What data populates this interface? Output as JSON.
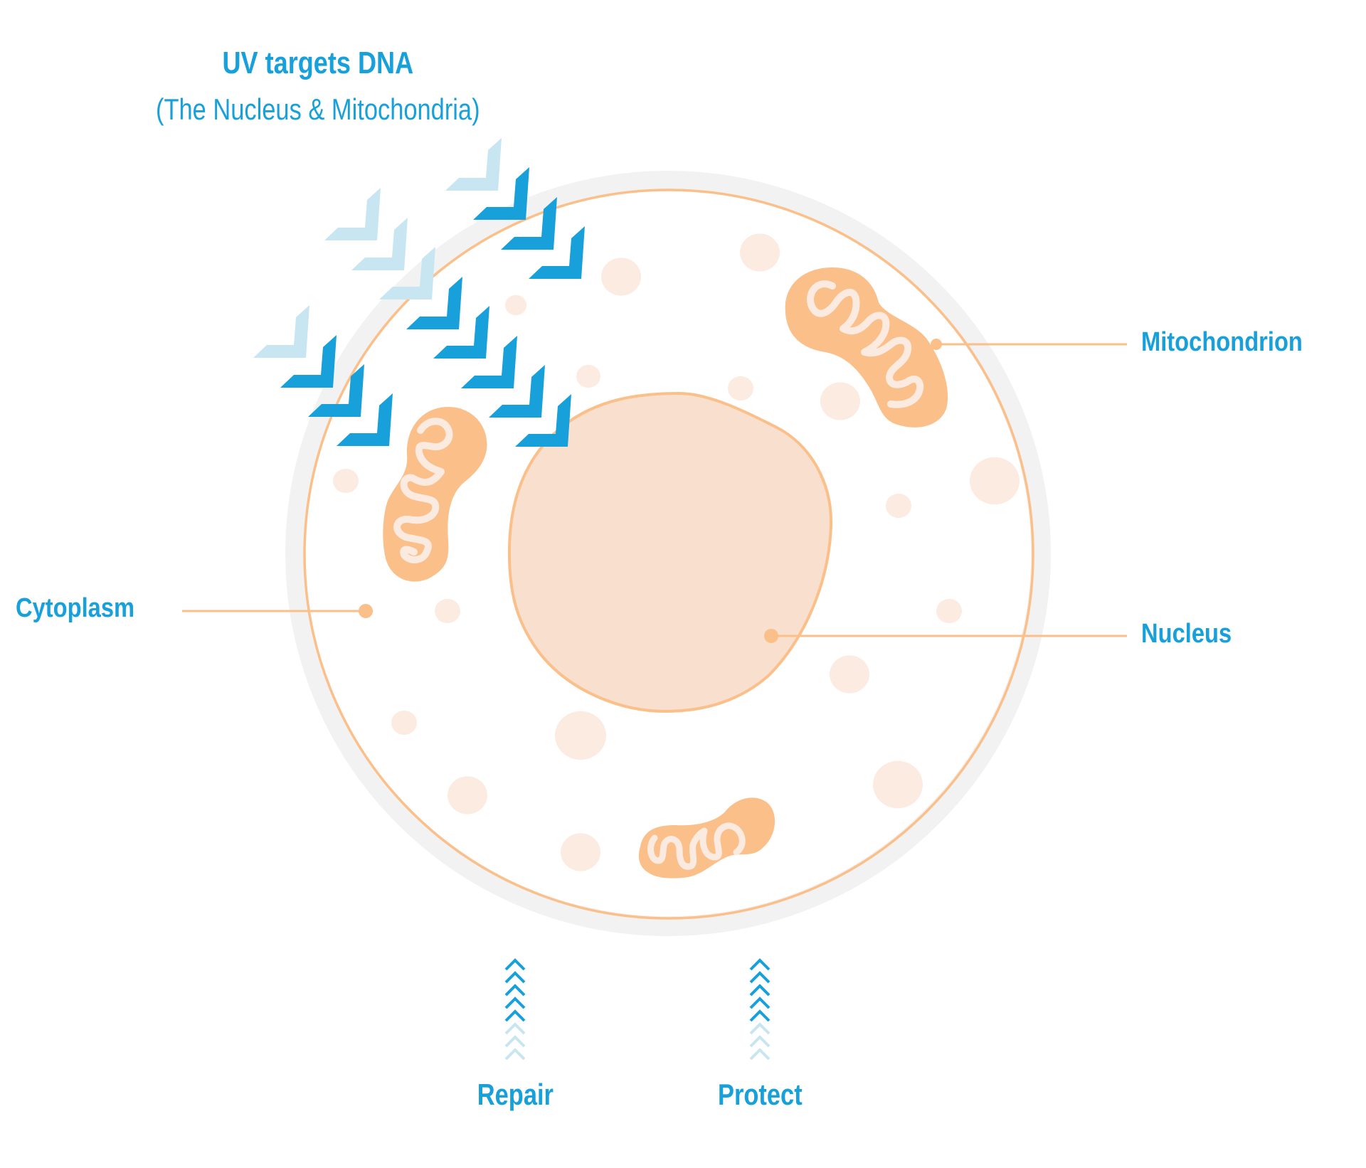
{
  "title": "UV targets DNA",
  "subtitle": "(The Nucleus & Mitochondria)",
  "labels": {
    "mitochondrion": "Mitochondrion",
    "nucleus": "Nucleus",
    "cytoplasm": "Cytoplasm",
    "repair": "Repair",
    "protect": "Protect"
  },
  "colors": {
    "text_blue": "#17A0DA",
    "uv_dark": "#17A0DA",
    "uv_light": "#C7E6F1",
    "membrane_gray": "#F2F2F2",
    "outline_orange": "#FBBF8A",
    "nucleus_fill": "#F8DFCE",
    "organelle_fill": "#FBBF8A",
    "cristae": "#FBEAE0",
    "vesicle": "#FBEBE1"
  },
  "uv_rays": {
    "light_count": 5,
    "dark_count": 11
  },
  "indicators": {
    "repair": {
      "dark_chevrons": 5,
      "light_chevrons": 3
    },
    "protect": {
      "dark_chevrons": 5,
      "light_chevrons": 3
    }
  }
}
